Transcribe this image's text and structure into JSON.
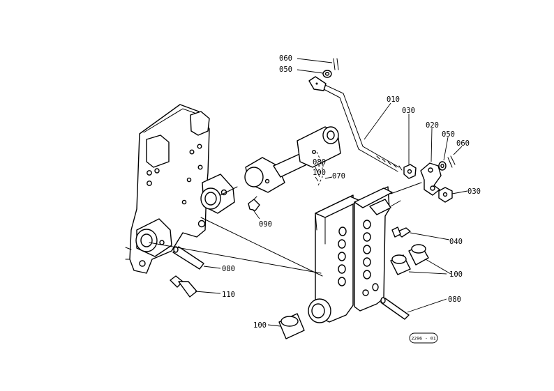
{
  "diagram": {
    "colors": {
      "ink": "#000000",
      "paper": "#ffffff"
    },
    "callouts": {
      "c060_top": "060",
      "c050_top": "050",
      "c010": "010",
      "c030_top": "030",
      "c020": "020",
      "c050_right": "050",
      "c060_right": "060",
      "c080_mid": "080",
      "c100_mid": "100",
      "c070": "070",
      "c030_right": "030",
      "c090": "090",
      "c040": "040",
      "c100_right": "100",
      "c080_left": "080",
      "c110": "110",
      "c080_bottom": "080",
      "c100_bottom": "100"
    },
    "drawing_code": "(2296 - 01)"
  }
}
